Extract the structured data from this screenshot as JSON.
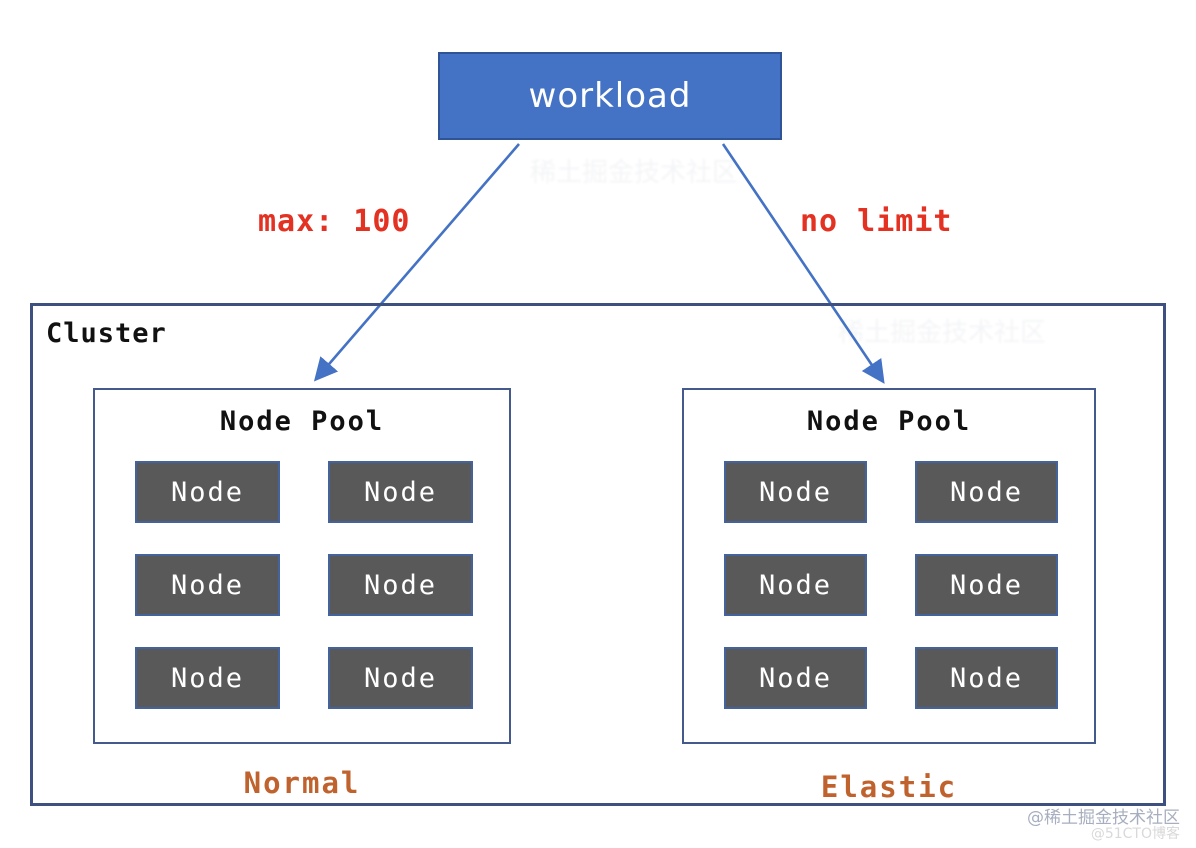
{
  "diagram": {
    "workload_label": "workload",
    "edges": {
      "left_label": "max: 100",
      "right_label": "no limit"
    },
    "cluster_label": "Cluster",
    "pools": [
      {
        "title": "Node Pool",
        "caption": "Normal",
        "nodes": [
          "Node",
          "Node",
          "Node",
          "Node",
          "Node",
          "Node"
        ]
      },
      {
        "title": "Node Pool",
        "caption": "Elastic",
        "nodes": [
          "Node",
          "Node",
          "Node",
          "Node",
          "Node",
          "Node"
        ]
      }
    ]
  },
  "watermark": {
    "line1": "@稀土掘金技术社区",
    "line2": "@51CTO博客",
    "ghost_text": "稀土掘金技术社区"
  },
  "colors": {
    "workload_fill": "#4472C4",
    "workload_border": "#2F5597",
    "accent": "#4472C4",
    "label_red": "#E33122",
    "cluster_border": "#3D5080",
    "pool_border": "#44598C",
    "node_fill": "#595959",
    "node_border": "#44639C",
    "caption_orange": "#C0622D",
    "text_dark": "#111111",
    "watermark_gray": "#A7AEBF",
    "watermark_light": "#D9D9D9"
  }
}
